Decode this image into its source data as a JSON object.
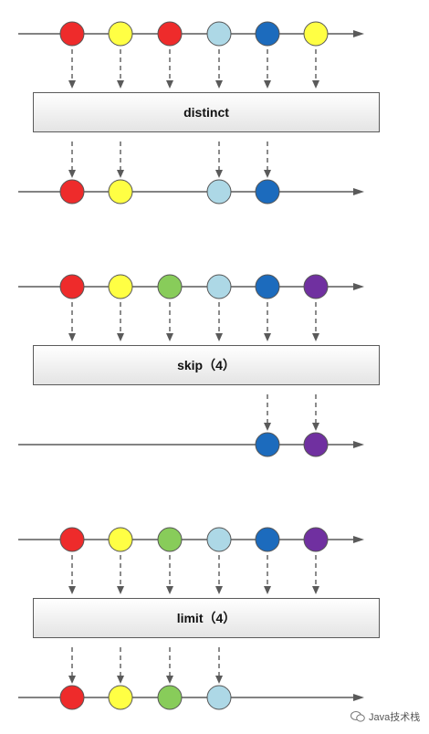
{
  "colors": {
    "red": "#ee2b2b",
    "yellow": "#ffff44",
    "green": "#88cc5a",
    "lightblue": "#add8e6",
    "blue": "#1c6bbd",
    "purple": "#7030a0",
    "line": "#5a5a5a"
  },
  "diagrams": [
    {
      "operator": "distinct",
      "input": [
        "red",
        "yellow",
        "red",
        "lightblue",
        "blue",
        "yellow"
      ],
      "output": [
        {
          "slot": 0,
          "color": "red"
        },
        {
          "slot": 1,
          "color": "yellow"
        },
        {
          "slot": 3,
          "color": "lightblue"
        },
        {
          "slot": 4,
          "color": "blue"
        }
      ]
    },
    {
      "operator": "skip（4）",
      "input": [
        "red",
        "yellow",
        "green",
        "lightblue",
        "blue",
        "purple"
      ],
      "output": [
        {
          "slot": 4,
          "color": "blue"
        },
        {
          "slot": 5,
          "color": "purple"
        }
      ]
    },
    {
      "operator": "limit（4）",
      "input": [
        "red",
        "yellow",
        "green",
        "lightblue",
        "blue",
        "purple"
      ],
      "output": [
        {
          "slot": 0,
          "color": "red"
        },
        {
          "slot": 1,
          "color": "yellow"
        },
        {
          "slot": 2,
          "color": "green"
        },
        {
          "slot": 3,
          "color": "lightblue"
        }
      ]
    }
  ],
  "watermark": "Java技术栈"
}
